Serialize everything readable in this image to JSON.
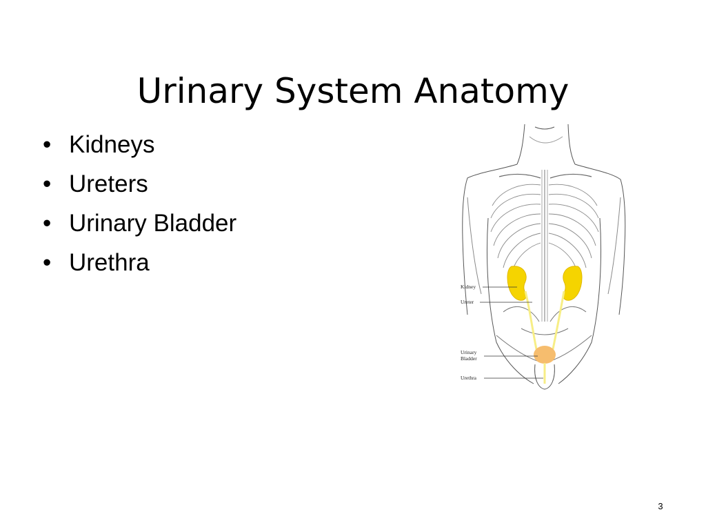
{
  "slide": {
    "title": "Urinary System Anatomy",
    "bullets": [
      "Kidneys",
      "Ureters",
      "Urinary Bladder",
      "Urethra"
    ],
    "bullet_glyph": "•",
    "page_number": "3"
  },
  "figure": {
    "labels": {
      "kidney": "Kidney",
      "ureter": "Ureter",
      "bladder_line1": "Urinary",
      "bladder_line2": "Bladder",
      "urethra": "Urethra"
    },
    "colors": {
      "kidney": "#f5d400",
      "ureter": "#f7ee86",
      "bladder": "#f6bd6e",
      "line_art": "#555555"
    }
  }
}
